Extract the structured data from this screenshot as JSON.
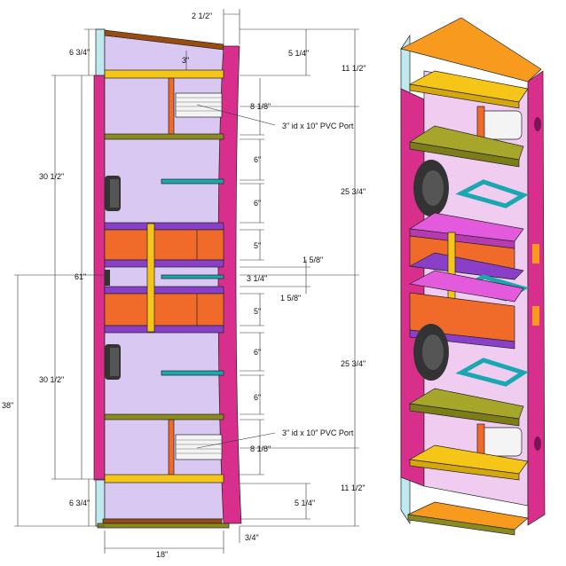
{
  "dimensions": {
    "top_offset": "2 1/2\"",
    "top_left": "6 3/4\"",
    "top_small": "3\"",
    "top_right_a": "5 1/4\"",
    "top_right_b": "11 1/2\"",
    "port_depth_top": "8 1/8\"",
    "port_label_top": "3\" id x 10\" PVC Port",
    "upper_left": "30 1/2\"",
    "total_left": "61\"",
    "upper_right": "25 3/4\"",
    "gap_6a": "6\"",
    "gap_6b": "6\"",
    "gap_5a": "5\"",
    "mid_a": "1 5/8\"",
    "mid_b": "3 1/4\"",
    "mid_c": "1 5/8\"",
    "gap_5b": "5\"",
    "lower_left": "30 1/2\"",
    "far_left": "38\"",
    "lower_right": "25 3/4\"",
    "gap_6c": "6\"",
    "gap_6d": "6\"",
    "port_label_bottom": "3\" id x 10\" PVC Port",
    "port_depth_bottom": "8 1/8\"",
    "bottom_left": "6 3/4\"",
    "bottom_right_a": "5 1/4\"",
    "bottom_right_b": "11 1/2\"",
    "width": "18\"",
    "base": "3/4\""
  },
  "colors": {
    "side_panel": "#d92f8c",
    "interior": "#d8c8f2",
    "shelf_yellow": "#f5c518",
    "shelf_olive": "#8a8a1e",
    "orange": "#f06a2a",
    "purple": "#8a3fc8",
    "teal": "#1aa8b0",
    "front_cyan": "#bfe9ee",
    "top_orange": "#f79a1e",
    "magenta": "#e35bdc"
  }
}
